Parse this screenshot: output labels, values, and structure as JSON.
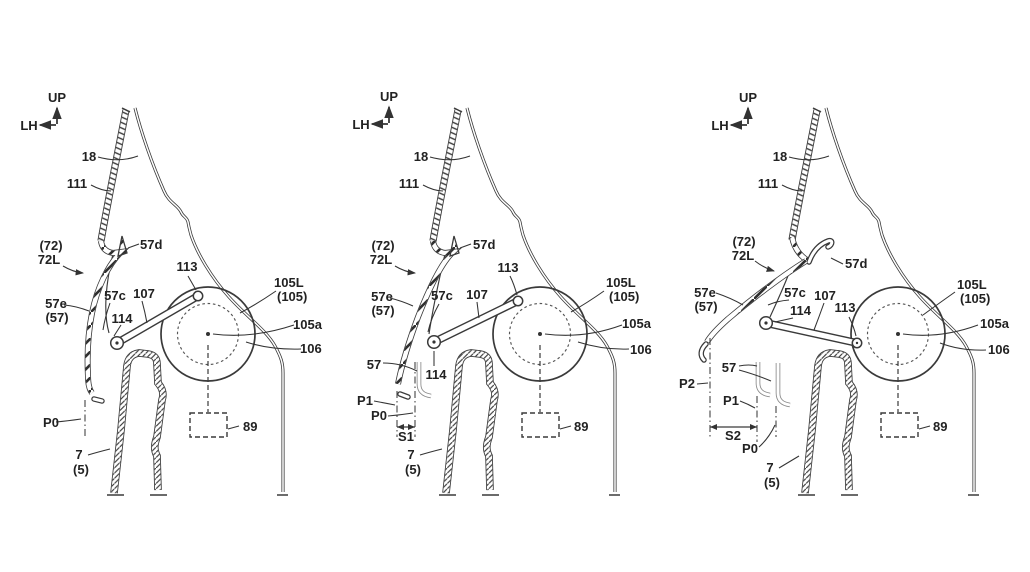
{
  "figure_type": "patent-line-drawing-three-states",
  "colors": {
    "background": "#ffffff",
    "line": "#3a3a3a",
    "text": "#222222"
  },
  "panels": [
    {
      "id": "left",
      "axis": {
        "up": "UP",
        "lh": "LH"
      },
      "labels": {
        "n18": "18",
        "n111": "111",
        "n72": "(72)",
        "n72l": "72L",
        "n57d": "57d",
        "n113": "113",
        "n105l": "105L",
        "n105": "(105)",
        "n57e": "57e",
        "n57p": "(57)",
        "n57c": "57c",
        "n107": "107",
        "n114": "114",
        "n105a": "105a",
        "n106": "106",
        "n89": "89",
        "np0": "P0",
        "n7": "7",
        "n5": "(5)"
      }
    },
    {
      "id": "middle",
      "axis": {
        "up": "UP",
        "lh": "LH"
      },
      "labels": {
        "n18": "18",
        "n111": "111",
        "n72": "(72)",
        "n72l": "72L",
        "n57d": "57d",
        "n113": "113",
        "n105l": "105L",
        "n105": "(105)",
        "n57e": "57e",
        "n57p": "(57)",
        "n57c": "57c",
        "n107": "107",
        "n114": "114",
        "n105a": "105a",
        "n106": "106",
        "n89": "89",
        "n57": "57",
        "np0": "P0",
        "np1": "P1",
        "ns1": "S1",
        "n7": "7",
        "n5": "(5)"
      }
    },
    {
      "id": "right",
      "axis": {
        "up": "UP",
        "lh": "LH"
      },
      "labels": {
        "n18": "18",
        "n111": "111",
        "n72": "(72)",
        "n72l": "72L",
        "n57d": "57d",
        "n113": "113",
        "n105l": "105L",
        "n105": "(105)",
        "n57e": "57e",
        "n57p": "(57)",
        "n57c": "57c",
        "n107": "107",
        "n114": "114",
        "n105a": "105a",
        "n106": "106",
        "n89": "89",
        "n57": "57",
        "np0": "P0",
        "np1": "P1",
        "np2": "P2",
        "ns2": "S2",
        "n7": "7",
        "n5": "(5)"
      }
    }
  ]
}
